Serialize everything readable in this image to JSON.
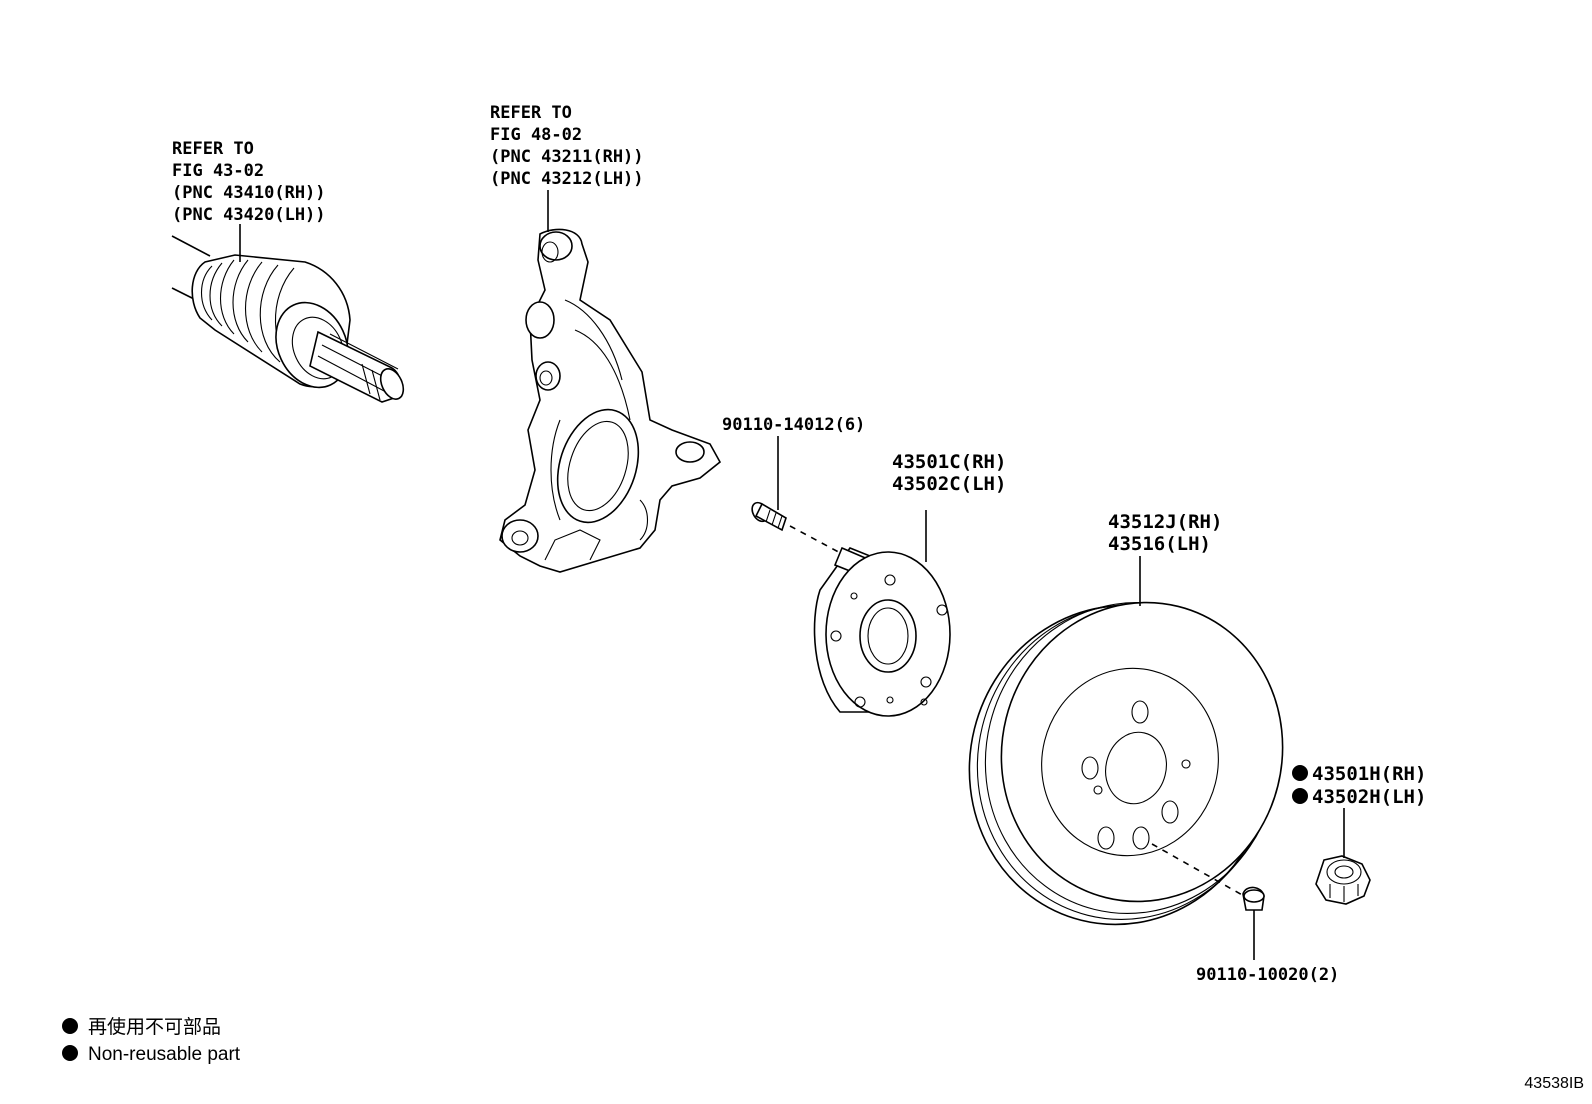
{
  "callouts": {
    "driveshaft": [
      "REFER TO",
      "FIG 43-02",
      "(PNC 43410(RH))",
      "(PNC 43420(LH))"
    ],
    "knuckle": [
      "REFER TO",
      "FIG 48-02",
      "(PNC 43211(RH))",
      "(PNC 43212(LH))"
    ],
    "hub_bolt": "90110-14012(6)",
    "hub": [
      "43501C(RH)",
      "43502C(LH)"
    ],
    "disc": [
      "43512J(RH)",
      "43516(LH)"
    ],
    "nut": [
      "43501H(RH)",
      "43502H(LH)"
    ],
    "disc_screw": "90110-10020(2)"
  },
  "legend": {
    "line1": "再使用不可部品",
    "line2": "Non-reusable part"
  },
  "figure_id": "43538IB"
}
